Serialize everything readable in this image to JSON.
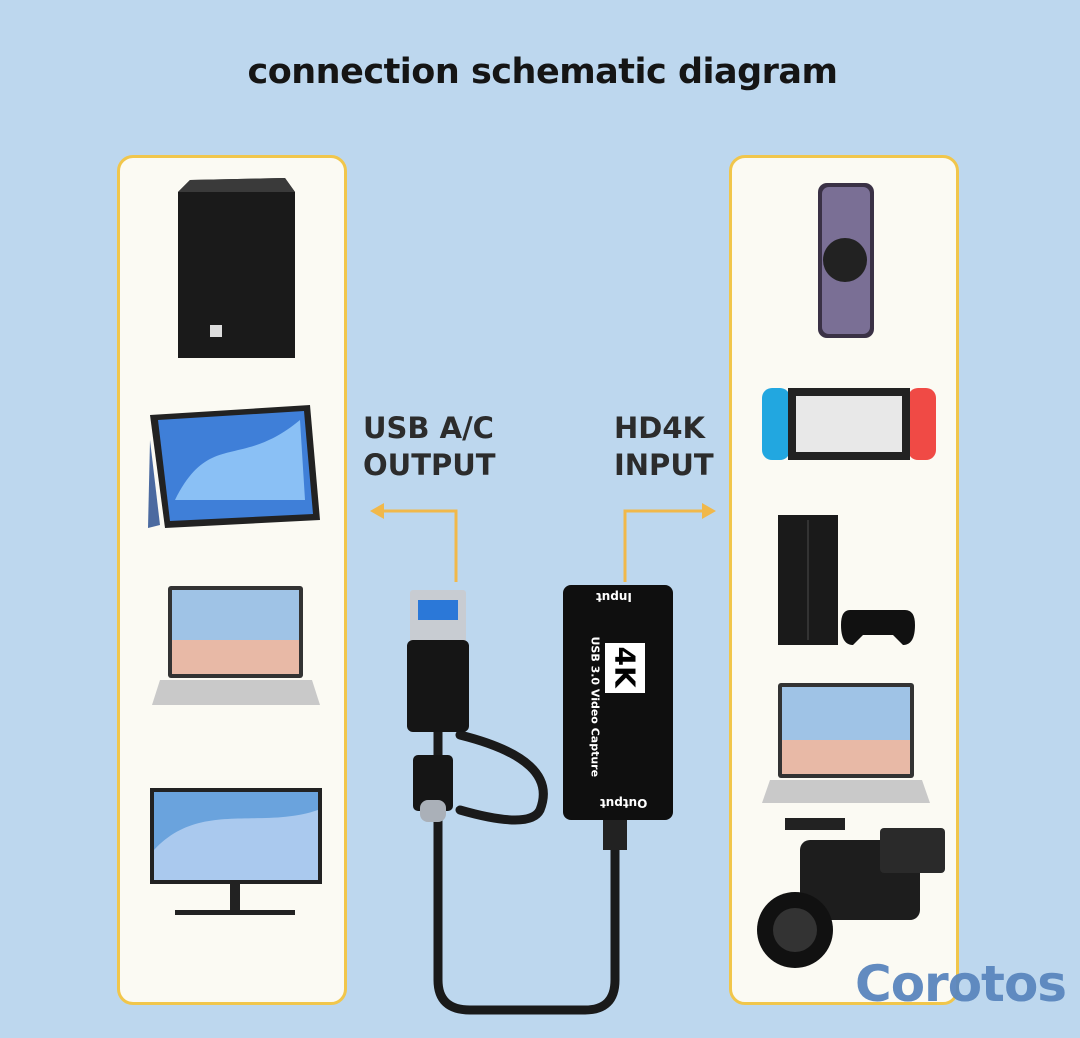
{
  "title": "connection schematic diagram",
  "labels": {
    "output_line1": "USB A/C",
    "output_line2": "OUTPUT",
    "input_line1": "HD4K",
    "input_line2": "INPUT"
  },
  "device": {
    "badge": "4K",
    "name": "USB 3.0 Video Capture",
    "port_in": "Input",
    "port_out": "Output"
  },
  "watermark": "Corotos",
  "colors": {
    "background": "#bdd7ee",
    "panel_border": "#f1c64b",
    "arrow": "#f1b84a",
    "logo": "#5a86be"
  }
}
